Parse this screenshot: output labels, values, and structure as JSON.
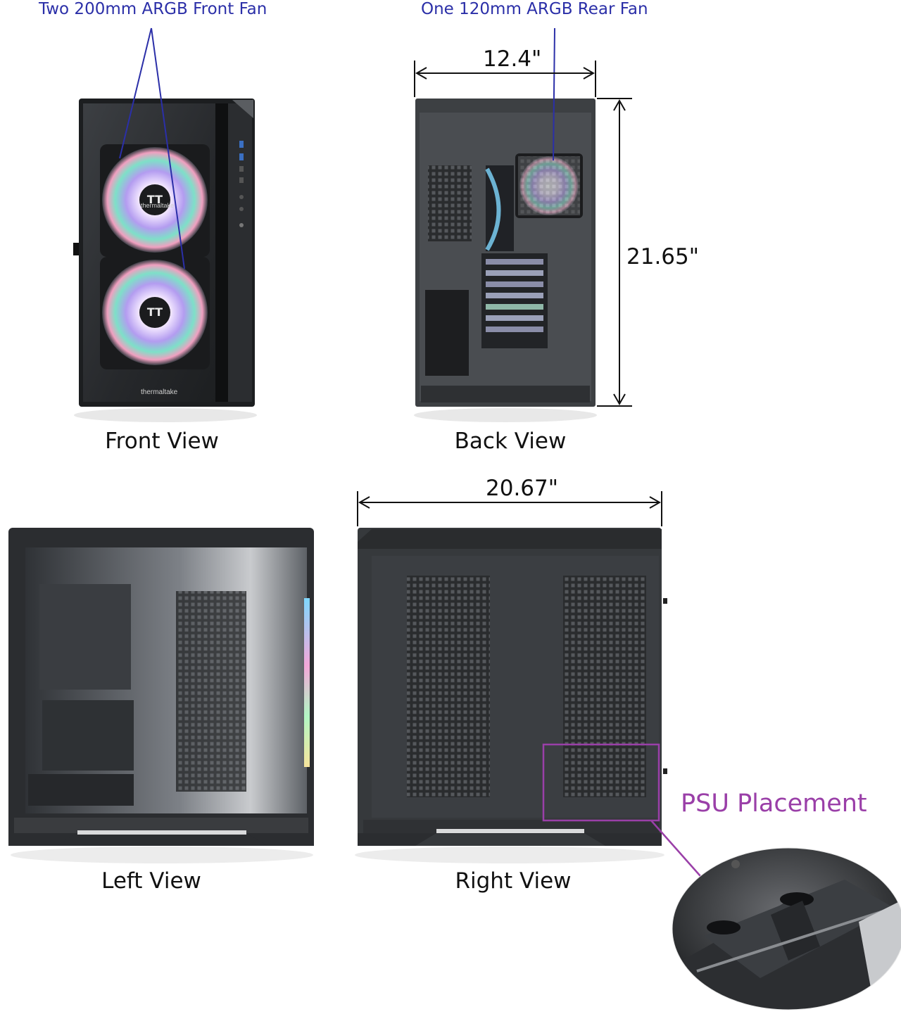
{
  "callouts": {
    "front_fans": "Two 200mm ARGB Front Fan",
    "rear_fan": "One 120mm ARGB Rear Fan",
    "psu": "PSU Placement"
  },
  "dimensions": {
    "width": "12.4\"",
    "height": "21.65\"",
    "depth": "20.67\""
  },
  "views": {
    "front": "Front View",
    "back": "Back View",
    "left": "Left View",
    "right": "Right View"
  },
  "branding": {
    "fan_logo": "thermaltake",
    "front_logo": "thermaltake"
  },
  "colors": {
    "callout_line": "#2b2fa8",
    "psu_highlight": "#9a3fa8",
    "case_body": "#2a2c2e"
  }
}
